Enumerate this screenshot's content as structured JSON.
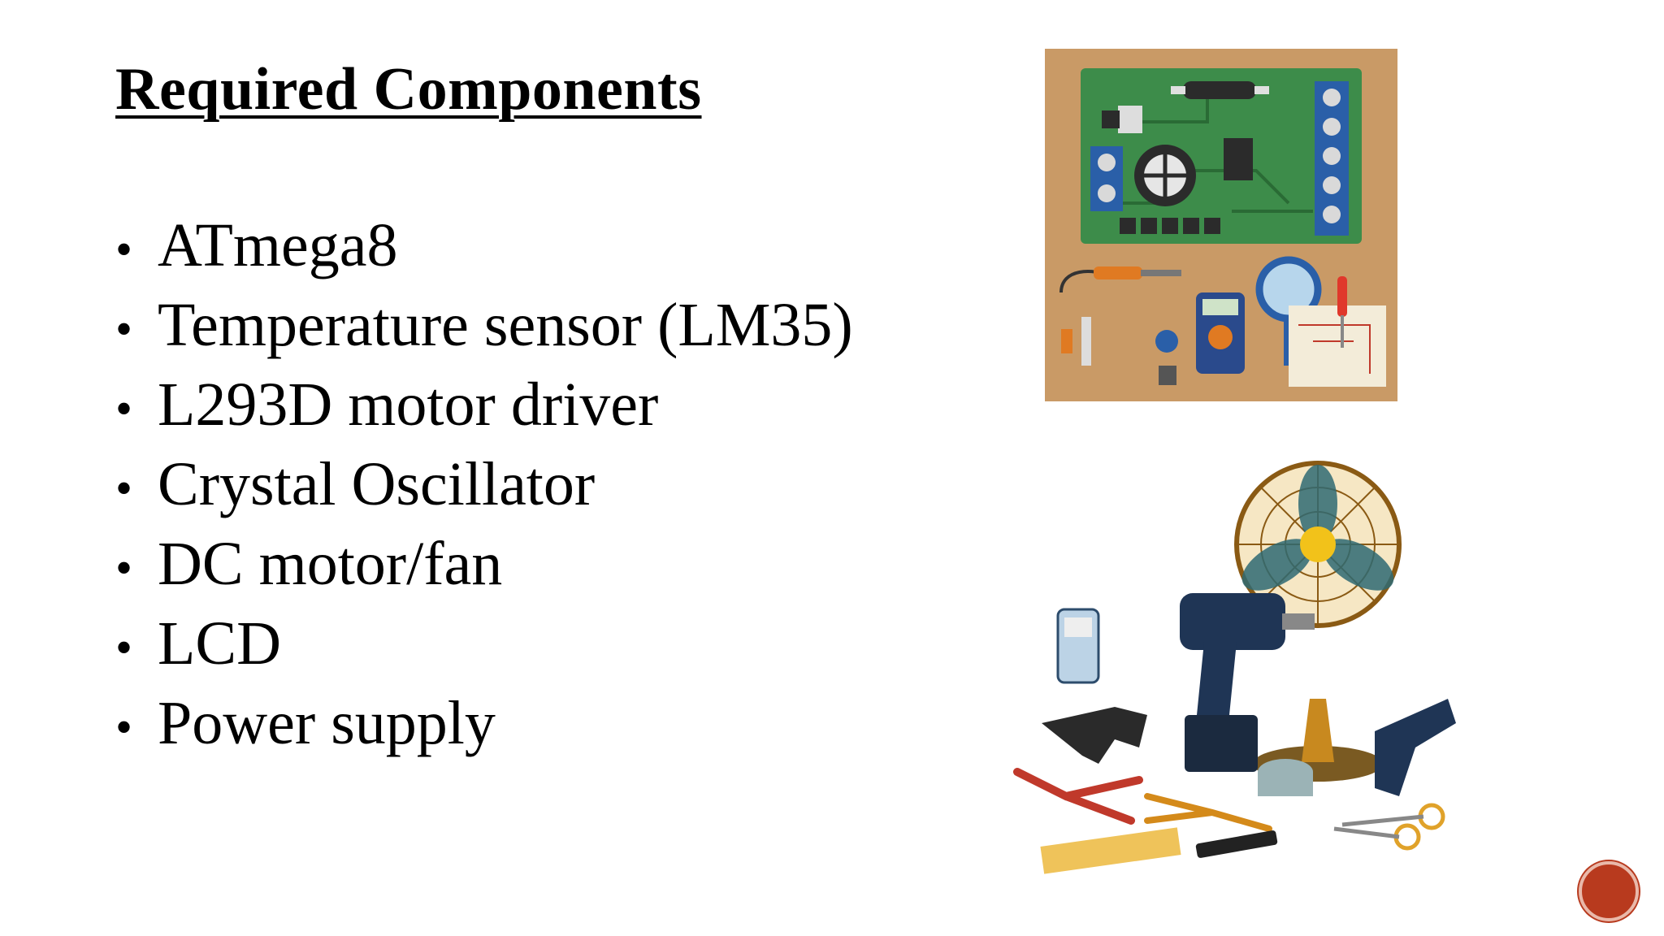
{
  "slide": {
    "title": "Required Components",
    "bullet_symbol": "•",
    "items": [
      "ATmega8",
      "Temperature sensor (LM35)",
      "L293D motor driver",
      "Crystal Oscillator",
      "DC motor/fan",
      "LCD",
      "Power supply"
    ]
  },
  "images": {
    "pcb_icon": "electronics-workbench-illustration",
    "tools_icon": "fan-and-tools-clipart"
  },
  "colors": {
    "text": "#000000",
    "pcb_board": "#3d8c4a",
    "wood_background": "#c99a66",
    "nav_button": "#b83a1e"
  },
  "icons": {
    "nav": "circle-nav-icon"
  }
}
